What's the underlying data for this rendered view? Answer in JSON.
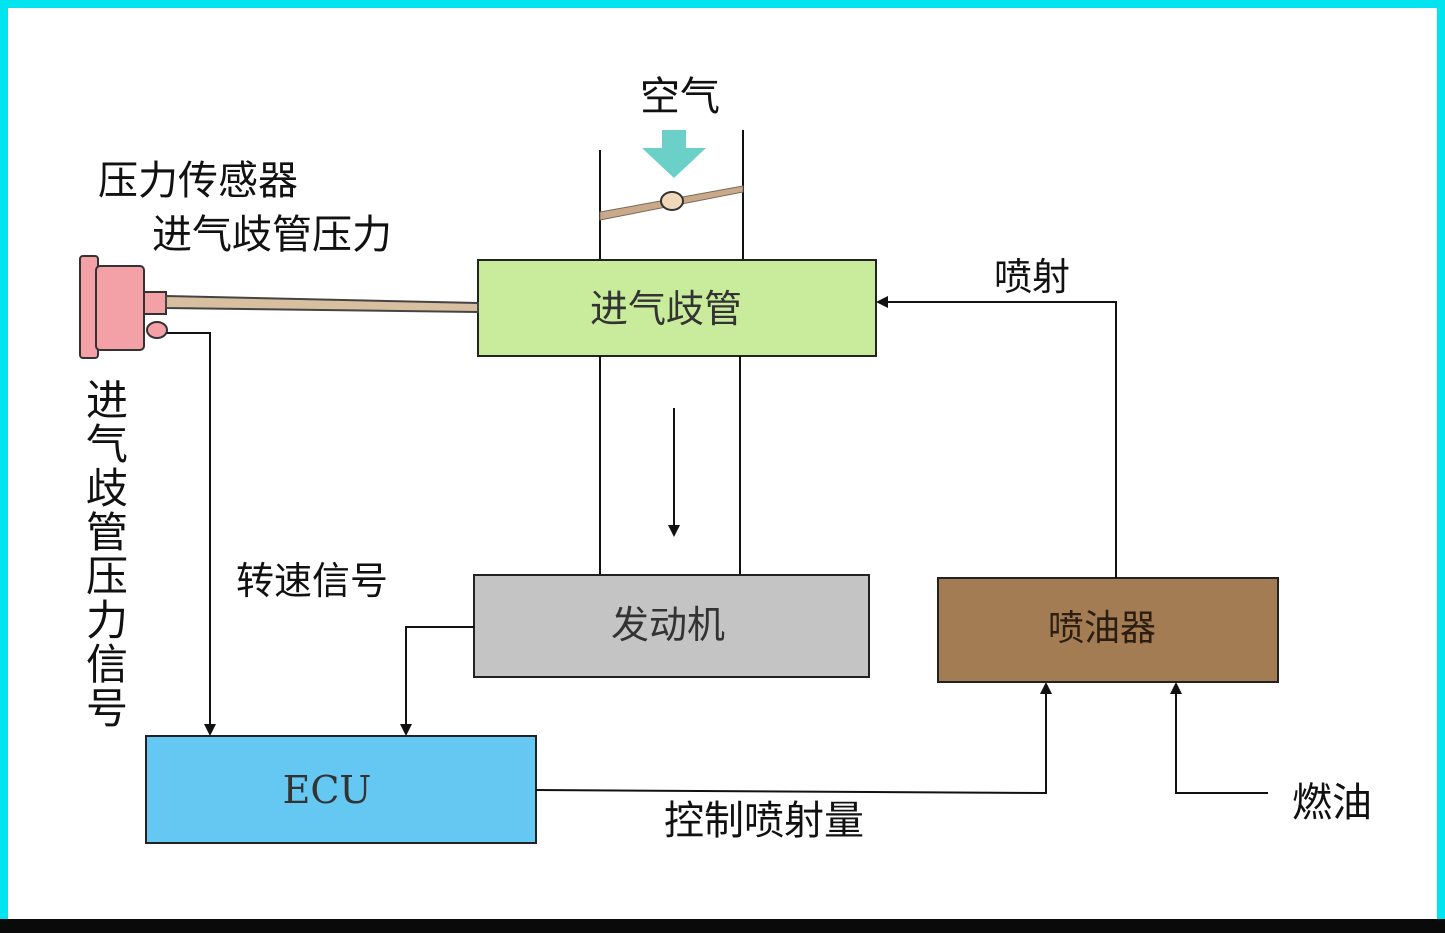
{
  "labels": {
    "air": "空气",
    "pressure_sensor": "压力传感器",
    "manifold_pressure": "进气歧管压力",
    "injection": "喷射",
    "manifold_pressure_signal": "进气歧管压力信号",
    "speed_signal": "转速信号",
    "control_injection": "控制喷射量",
    "fuel": "燃油"
  },
  "boxes": {
    "intake_manifold": "进气歧管",
    "engine": "发动机",
    "injector": "喷油器",
    "ecu": "ECU"
  },
  "colors": {
    "frame": "#00e4f0",
    "intake_manifold": "#c9ec9c",
    "engine": "#c4c4c4",
    "injector": "#a47c53",
    "ecu": "#64c8f2",
    "sensor": "#f3a0a6",
    "air_arrow": "#6ad0c8",
    "throttle": "#c9a98a"
  }
}
